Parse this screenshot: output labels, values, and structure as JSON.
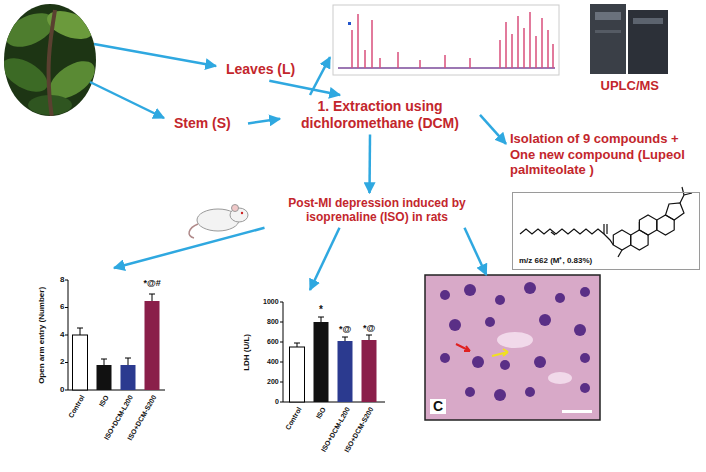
{
  "diagram": {
    "nodes": [
      {
        "text": [
          "Leaves (L)"
        ]
      },
      {
        "text": [
          "Stem (S)"
        ]
      },
      {
        "text": [
          "1. Extraction using dichloromethane (DCM)"
        ]
      },
      {
        "text": [
          "UPLC/MS"
        ]
      },
      {
        "text": [
          "Isolation of 9 compounds + One new compound (Lupeol palmiteolate )"
        ]
      },
      {
        "text": [
          "m/z 662 (M⁺, 0.83%)"
        ]
      },
      {
        "text": [
          "Post-MI depression induced by isoprenaline (ISO) in rats"
        ]
      },
      {
        "text": [
          "Open arm entry (Number)",
          "0",
          "2",
          "4",
          "6",
          "8",
          "*@#",
          "Control",
          "ISO",
          "ISO+DCM-L200",
          "ISO+DCM-S200"
        ]
      },
      {
        "text": [
          "LDH (U/L)",
          "0",
          "200",
          "400",
          "600",
          "800",
          "1000",
          "*",
          "*@",
          "*@",
          "Control",
          "ISO",
          "ISO+DCM-L200",
          "ISO+DCM-S200"
        ]
      },
      {
        "text": [
          "C"
        ]
      }
    ],
    "edges": [
      {
        "from": 0,
        "to": 2,
        "arrow": "to"
      },
      {
        "from": 1,
        "to": 2,
        "arrow": "to"
      },
      {
        "from": 2,
        "to": 3,
        "arrow": "to"
      },
      {
        "from": 2,
        "to": 4,
        "arrow": "to"
      },
      {
        "from": 2,
        "to": 6,
        "arrow": "to"
      },
      {
        "from": 6,
        "to": 7,
        "arrow": "to"
      },
      {
        "from": 6,
        "to": 8,
        "arrow": "to"
      },
      {
        "from": 6,
        "to": 9,
        "arrow": "to"
      }
    ]
  }
}
